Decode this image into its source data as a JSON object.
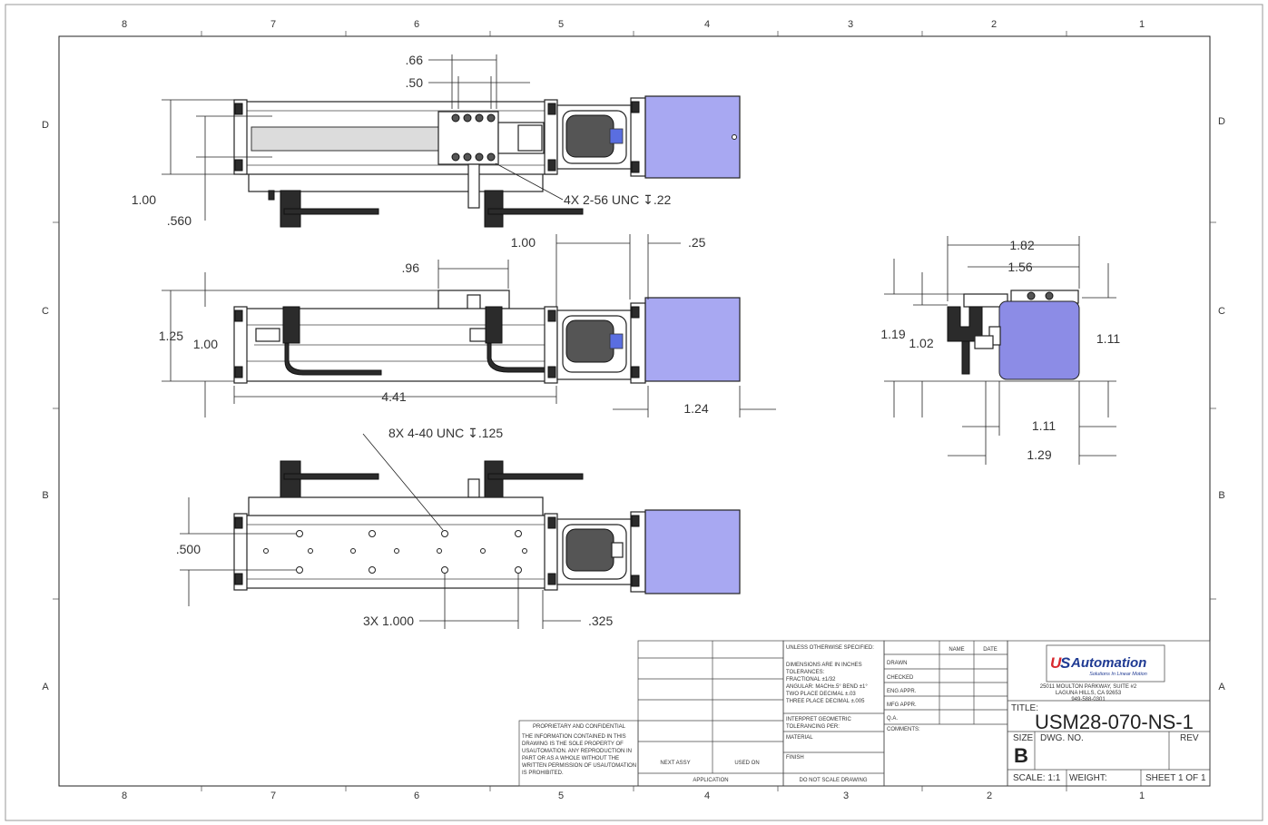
{
  "zones": {
    "columns": [
      "8",
      "7",
      "6",
      "5",
      "4",
      "3",
      "2",
      "1"
    ],
    "rows": [
      "D",
      "C",
      "B",
      "A"
    ]
  },
  "dimensions": {
    "top_view": {
      "d66": ".66",
      "d50": ".50",
      "d100": "1.00",
      "d560": ".560",
      "hole_callout": "4X 2-56 UNC ↧.22"
    },
    "front_view": {
      "d100_top": "1.00",
      "d25": ".25",
      "d96": ".96",
      "d125": "1.25",
      "d100": "1.00",
      "d441": "4.41",
      "d124": "1.24"
    },
    "side_view": {
      "d182": "1.82",
      "d156": "1.56",
      "d119": "1.19",
      "d102": "1.02",
      "d111_right": "1.11",
      "d111_bottom": "1.11",
      "d129": "1.29"
    },
    "bottom_view": {
      "hole_callout": "8X 4-40 UNC  ↧.125",
      "d500": ".500",
      "spacing": "3X 1.000",
      "d325": ".325"
    }
  },
  "title_block": {
    "proprietary_title": "PROPRIETARY AND CONFIDENTIAL",
    "proprietary_text": [
      "THE INFORMATION CONTAINED IN THIS",
      "DRAWING IS THE SOLE PROPERTY OF",
      "USAUTOMATION. ANY REPRODUCTION IN",
      "PART OR AS A WHOLE WITHOUT THE",
      "WRITTEN PERMISSION OF USAUTOMATION",
      "IS PROHIBITED."
    ],
    "next_assy": "NEXT ASSY",
    "used_on": "USED ON",
    "application": "APPLICATION",
    "tolerance_header": "UNLESS OTHERWISE SPECIFIED:",
    "tolerance_lines": [
      "DIMENSIONS ARE IN INCHES",
      "TOLERANCES:",
      "FRACTIONAL ±1/32",
      "ANGULAR: MACH±.5° BEND ±1°",
      "TWO PLACE DECIMAL    ±.03",
      "THREE PLACE DECIMAL  ±.005"
    ],
    "interpret": [
      "INTERPRET GEOMETRIC",
      "TOLERANCING PER:"
    ],
    "material": "MATERIAL",
    "finish": "FINISH",
    "do_not_scale": "DO NOT SCALE DRAWING",
    "col_name": "NAME",
    "col_date": "DATE",
    "rows": [
      "DRAWN",
      "CHECKED",
      "ENG APPR.",
      "MFG APPR.",
      "Q.A.",
      "COMMENTS:"
    ],
    "logo_u": "U",
    "logo_s": "S",
    "logo_name": "Automation",
    "logo_tagline": "Solutions In Linear Motion",
    "address_lines": [
      "25011 MOULTON PARKWAY, SUITE #2",
      "LAGUNA HILLS, CA 92653",
      "949-588-0301"
    ],
    "title_label": "TITLE:",
    "title_value": "USM28-070-NS-1",
    "size_label": "SIZE",
    "size_value": "B",
    "dwg_no_label": "DWG.  NO.",
    "rev_label": "REV",
    "scale_label": "SCALE: 1:1",
    "weight_label": "WEIGHT:",
    "sheet_label": "SHEET 1 OF 1"
  },
  "colors": {
    "motor": "#a8a8f2",
    "logo_blue": "#1f3a93",
    "logo_red": "#d8282e"
  }
}
